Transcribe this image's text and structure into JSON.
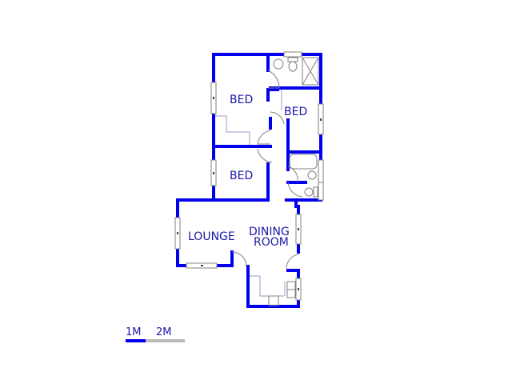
{
  "floorplan": {
    "colors": {
      "wall": "#0000ee",
      "label": "#1a1aa8",
      "fixture": "#9a9ac8",
      "window": "#808080",
      "scale_filled": "#0000ee",
      "scale_empty": "#bbbbbb"
    },
    "rooms": [
      {
        "name": "bed_1",
        "label": "BED"
      },
      {
        "name": "bed_2",
        "label": "BED"
      },
      {
        "name": "bed_3",
        "label": "BED"
      },
      {
        "name": "lounge",
        "label": "LOUNGE"
      },
      {
        "name": "dining_room",
        "label_line1": "DINING",
        "label_line2": "ROOM"
      }
    ],
    "scale_bar": {
      "label_1": "1M",
      "label_2": "2M"
    }
  }
}
